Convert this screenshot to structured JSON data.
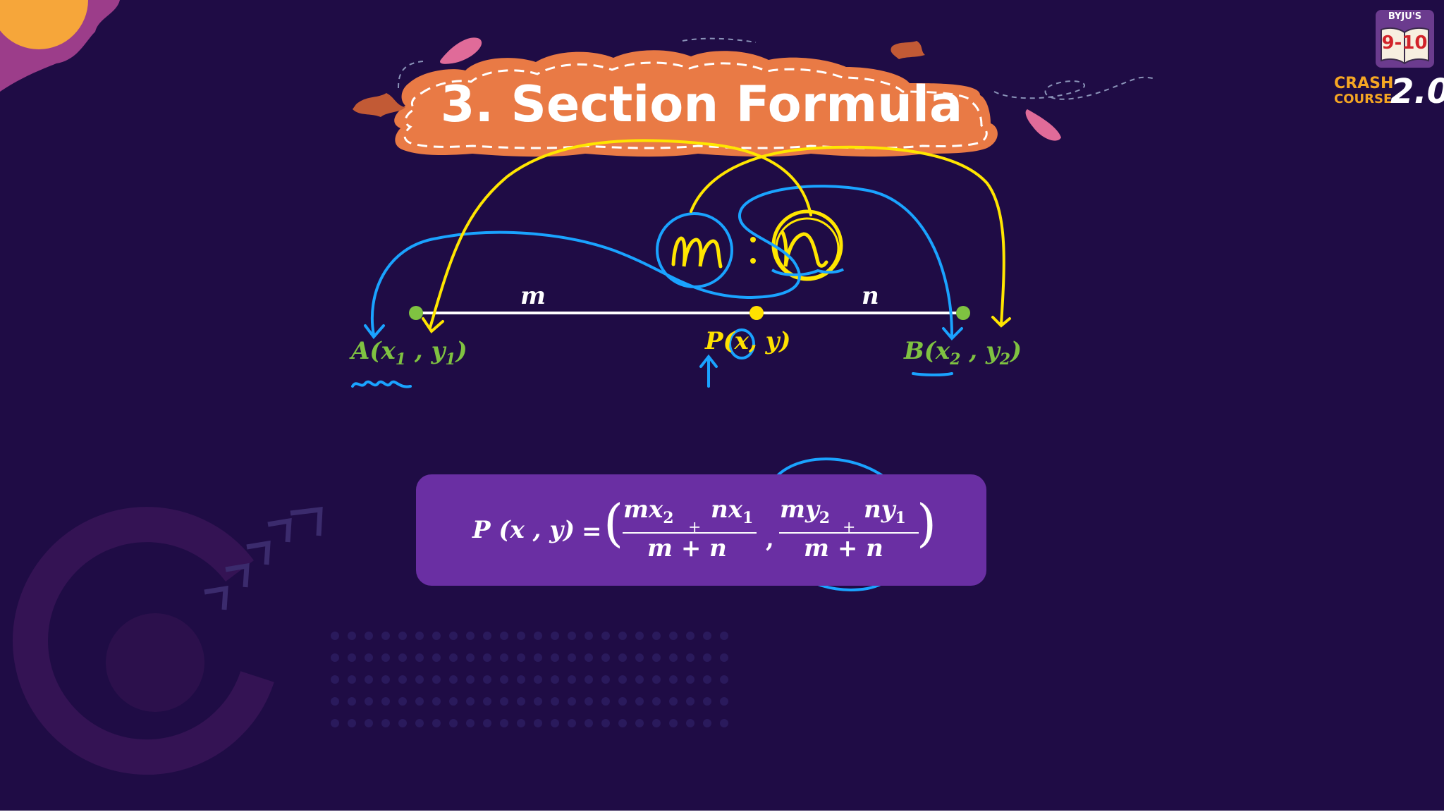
{
  "title": "3. Section Formula",
  "logo": {
    "brand": "BYJU'S",
    "grade": "9-10",
    "course_line1": "CRASH",
    "course_line2": "COURSE",
    "version": "2.0"
  },
  "diagram": {
    "ratio_m": "m",
    "ratio_sep": ":",
    "ratio_n": "n",
    "segment_label_m": "m",
    "segment_label_n": "n",
    "point_a": "A",
    "point_p": "P",
    "point_b": "B",
    "coord_x1": "x",
    "coord_y1": "y",
    "coord_x2": "x",
    "coord_y2": "y",
    "coord_x": "x",
    "coord_y": "y",
    "sub_1": "1",
    "sub_2": "2",
    "colors": {
      "endpoint": "#7fc241",
      "midpoint": "#ffe100",
      "ink_blue": "#1aa3ff",
      "ink_yellow": "#ffe600"
    }
  },
  "formula": {
    "lhs": "P (x , y)",
    "equals": "=",
    "num1_a": "mx",
    "num1_a_sub": "2",
    "num1_b": "nx",
    "num1_b_sub": "1",
    "den1": "m + n",
    "num2_a": "my",
    "num2_a_sub": "2",
    "num2_b": "ny",
    "num2_b_sub": "1",
    "den2": "m + n",
    "plus": "+",
    "comma": ","
  },
  "colors": {
    "background": "#1f0c45",
    "banner": "#e97a45",
    "formula_box": "#6a2fa3"
  }
}
